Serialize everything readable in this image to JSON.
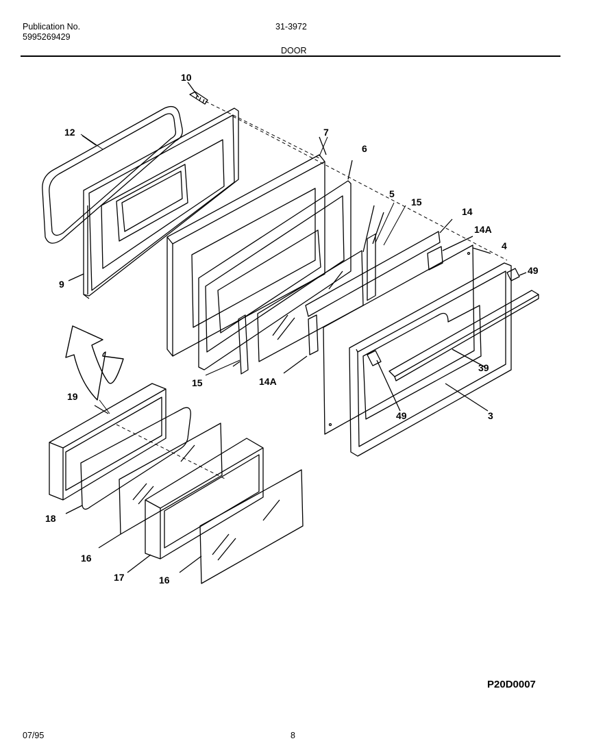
{
  "header": {
    "publication_label": "Publication No.",
    "publication_number": "5995269429",
    "document_number": "31-3972",
    "section_title": "DOOR"
  },
  "callouts": {
    "c10": "10",
    "c12": "12",
    "c9": "9",
    "c7": "7",
    "c6": "6",
    "c5": "5",
    "c15_top": "15",
    "c14": "14",
    "c14A_top": "14A",
    "c4": "4",
    "c49_top": "49",
    "c39": "39",
    "c3": "3",
    "c49_bottom": "49",
    "c15_bottom": "15",
    "c14A_bottom": "14A",
    "c19": "19",
    "c18": "18",
    "c16_left": "16",
    "c17": "17",
    "c16_bottom": "16"
  },
  "footer": {
    "figure_code": "P20D0007",
    "date": "07/95",
    "page_number": "8"
  }
}
